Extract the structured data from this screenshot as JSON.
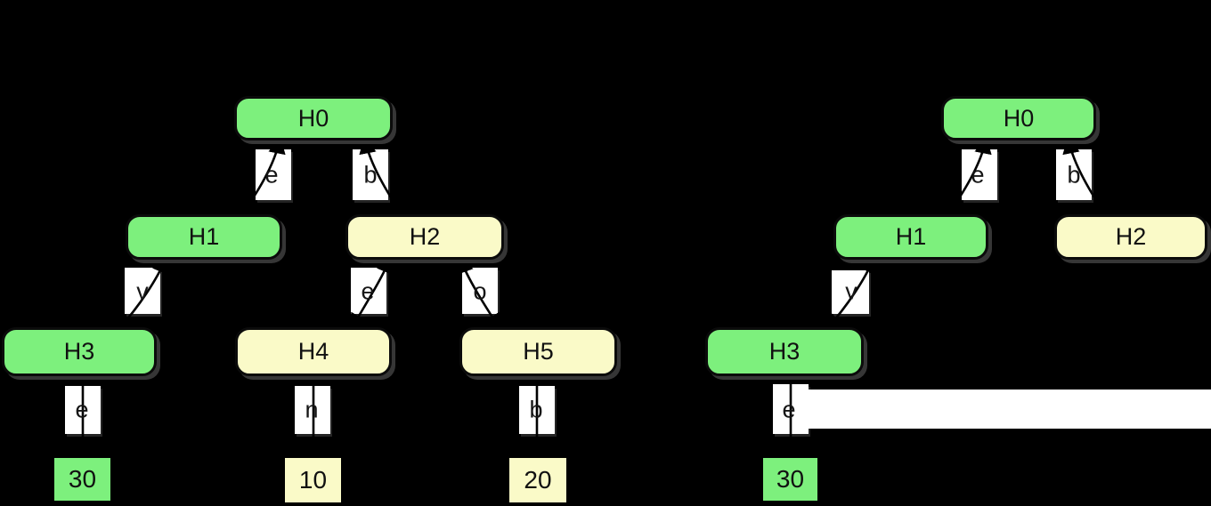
{
  "figure": {
    "description": "Two hypothesis-tree diagrams on black background; right tree is a pruned copy of the left tree with a white band covering removed branches",
    "background_color": "#000000",
    "colors": {
      "node_green": "#7DF07D",
      "node_yellow": "#FAFAC8",
      "edge_label_chip": "#FFFFFF",
      "edge_stroke": "#000000",
      "text": "#111111"
    }
  },
  "left_tree": {
    "nodes": {
      "H0": {
        "label": "H0",
        "color": "green"
      },
      "H1": {
        "label": "H1",
        "color": "green"
      },
      "H2": {
        "label": "H2",
        "color": "yellow"
      },
      "H3": {
        "label": "H3",
        "color": "green"
      },
      "H4": {
        "label": "H4",
        "color": "yellow"
      },
      "H5": {
        "label": "H5",
        "color": "yellow"
      }
    },
    "edges": [
      {
        "from": "H0",
        "to": "H1",
        "label": "e"
      },
      {
        "from": "H0",
        "to": "H2",
        "label": "b"
      },
      {
        "from": "H1",
        "to": "H3",
        "label": "v"
      },
      {
        "from": "H2",
        "to": "H4",
        "label": "e"
      },
      {
        "from": "H2",
        "to": "H5",
        "label": "o"
      },
      {
        "from": "H3",
        "to": "leaf-30",
        "label": "e"
      },
      {
        "from": "H4",
        "to": "leaf-10",
        "label": "n"
      },
      {
        "from": "H5",
        "to": "leaf-20",
        "label": "b"
      }
    ],
    "leaves": {
      "l30": {
        "value": "30",
        "color": "green"
      },
      "l10": {
        "value": "10",
        "color": "yellow"
      },
      "l20": {
        "value": "20",
        "color": "yellow"
      }
    }
  },
  "right_tree": {
    "nodes": {
      "H0": {
        "label": "H0",
        "color": "green"
      },
      "H1": {
        "label": "H1",
        "color": "green"
      },
      "H2": {
        "label": "H2",
        "color": "yellow"
      },
      "H3": {
        "label": "H3",
        "color": "green"
      }
    },
    "edges": [
      {
        "from": "H0",
        "to": "H1",
        "label": "e"
      },
      {
        "from": "H0",
        "to": "H2",
        "label": "b"
      },
      {
        "from": "H1",
        "to": "H3",
        "label": "v"
      },
      {
        "from": "H3",
        "to": "leaf-30",
        "label": "e"
      }
    ],
    "leaves": {
      "l30": {
        "value": "30",
        "color": "green"
      }
    }
  }
}
